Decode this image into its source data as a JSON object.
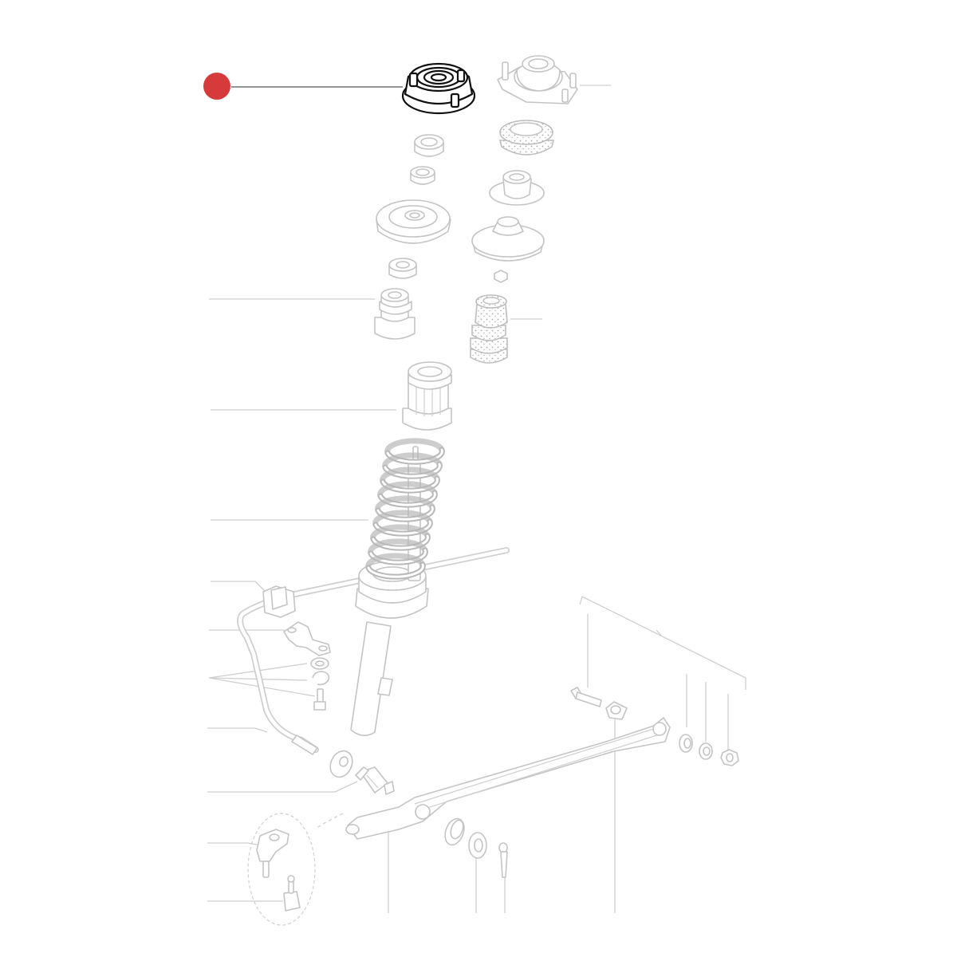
{
  "diagram": {
    "kind": "exploded-parts-view",
    "highlight_color": "#d63a3a",
    "line_color": "#c9c9c9",
    "highlight_part": "strut-top-mount",
    "parts": [
      "strut-top-mount",
      "strut-top-mount-alt",
      "bearing-sleeve",
      "bushing",
      "foam-seal-ring",
      "spring-seat-insulator",
      "spring-seat-plate",
      "lower-spring-seat",
      "bump-stop-nut",
      "bump-stop",
      "foam-bump-stop",
      "dust-boot",
      "coil-spring",
      "strut-damper",
      "anti-roll-bar",
      "anti-roll-bar-bushing",
      "bushing-clamp",
      "washer",
      "spring-washer",
      "bolt",
      "rubber-washer",
      "tie-rod-bushing",
      "ball-joint",
      "ball-joint-pin",
      "track-control-arm",
      "trailing-rod",
      "trailing-rod-bush",
      "castle-nut",
      "split-pin",
      "arm-bolt",
      "arm-bush",
      "flat-washer",
      "lock-washer",
      "hex-nut"
    ]
  }
}
